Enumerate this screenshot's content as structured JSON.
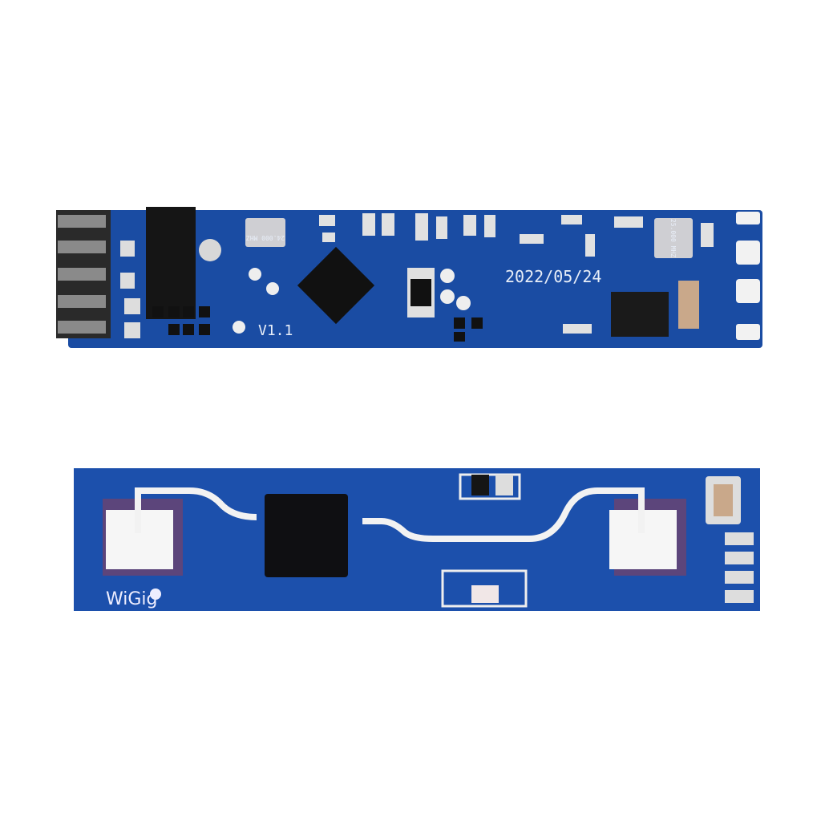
{
  "top_board": {
    "crystal_1": "24.000 MHZ",
    "crystal_2": "25.000 MHZ",
    "date_marking": "2022/05/24",
    "version": "V1.1"
  },
  "bottom_board": {
    "logo": "WiGig"
  },
  "colors": {
    "pcb": "#1b4fa8",
    "pcb_dark": "#123a80",
    "pad": "#e9e9ea",
    "chip": "#111111"
  }
}
